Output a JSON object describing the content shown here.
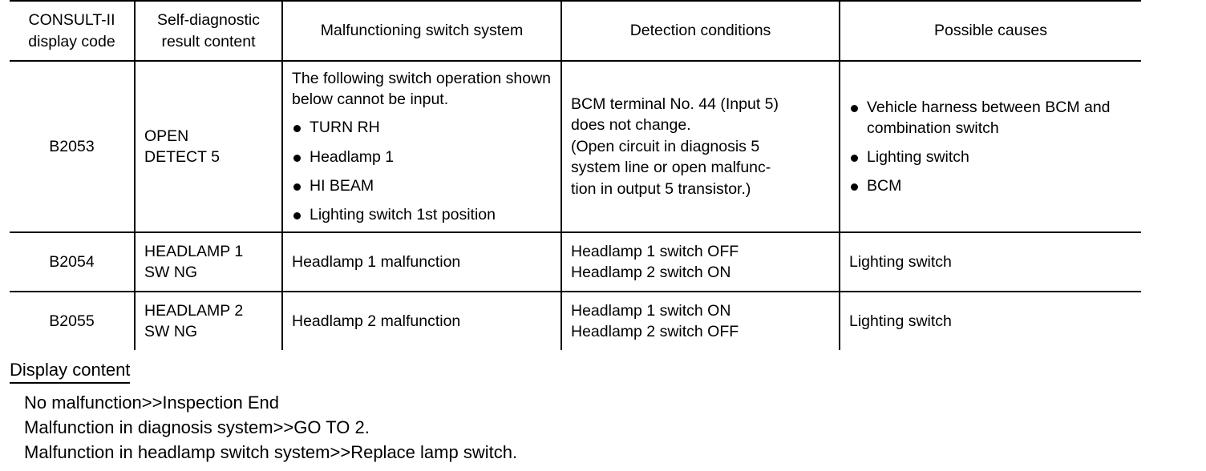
{
  "table": {
    "columns": [
      "CONSULT-II\ndisplay code",
      "Self-diagnostic\nresult content",
      "Malfunctioning switch system",
      "Detection conditions",
      "Possible causes"
    ],
    "columns_flat": {
      "code_line1": "CONSULT-II",
      "code_line2": "display code",
      "result_line1": "Self-diagnostic",
      "result_line2": "result content",
      "switch": "Malfunctioning switch system",
      "detect": "Detection conditions",
      "cause": "Possible causes"
    },
    "rows": [
      {
        "code": "B2053",
        "result_line1": "OPEN",
        "result_line2": "DETECT 5",
        "switch_lead": "The following switch operation shown below cannot be input.",
        "switch_bullets": [
          "TURN RH",
          "Headlamp 1",
          "HI BEAM",
          "Lighting switch 1st position"
        ],
        "detect_lines": [
          "BCM terminal No. 44 (Input 5)",
          "does not change.",
          "(Open circuit in diagnosis 5",
          "system line or open malfunc-",
          "tion in output 5 transistor.)"
        ],
        "cause_bullets": [
          "Vehicle harness between BCM and combination switch",
          "Lighting switch",
          "BCM"
        ]
      },
      {
        "code": "B2054",
        "result_line1": "HEADLAMP 1",
        "result_line2": "SW NG",
        "switch_text": "Headlamp 1 malfunction",
        "detect_lines": [
          "Headlamp 1 switch OFF",
          "Headlamp 2 switch ON"
        ],
        "cause_text": "Lighting switch"
      },
      {
        "code": "B2055",
        "result_line1": "HEADLAMP 2",
        "result_line2": "SW NG",
        "switch_text": "Headlamp 2 malfunction",
        "detect_lines": [
          "Headlamp 1 switch ON",
          "Headlamp 2 switch OFF"
        ],
        "cause_text": "Lighting switch"
      }
    ]
  },
  "footer": {
    "title": "Display content",
    "lines": [
      "No malfunction>>Inspection End",
      "Malfunction in diagnosis system>>GO TO 2.",
      "Malfunction in headlamp switch system>>Replace lamp switch."
    ]
  },
  "colors": {
    "rule": "#000000",
    "text": "#000000",
    "background": "#ffffff"
  }
}
